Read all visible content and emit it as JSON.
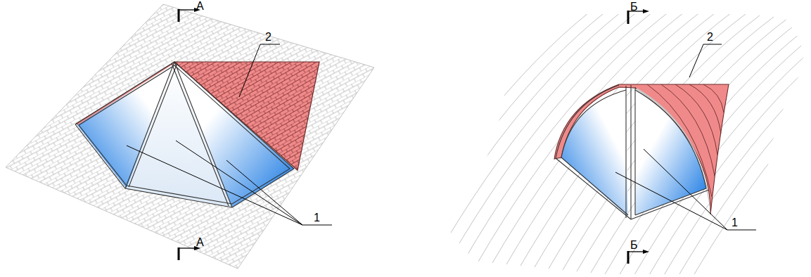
{
  "diagram": {
    "labels": [
      "А",
      "2",
      "1",
      "А",
      "Б",
      "2",
      "1",
      "Б"
    ]
  }
}
